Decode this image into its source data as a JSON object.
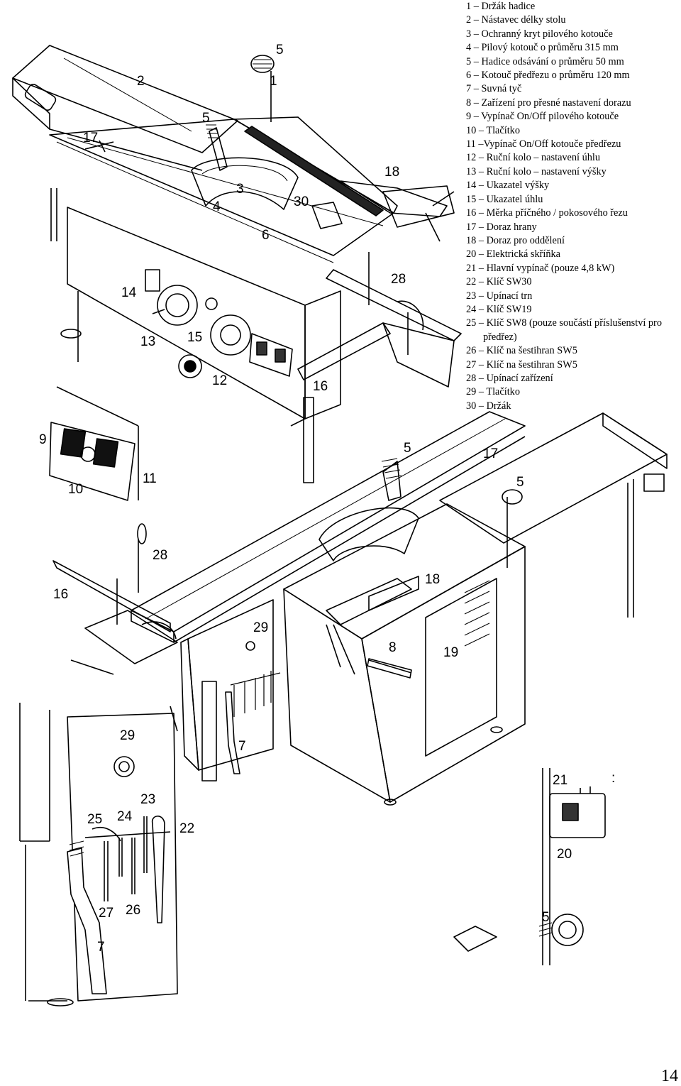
{
  "legend": {
    "items": [
      "1 – Držák hadice",
      "2 – Nástavec délky stolu",
      "3 – Ochranný kryt pilového kotouče",
      "4 – Pilový kotouč o průměru 315 mm",
      "5 – Hadice odsávání o průměru 50 mm",
      "6 – Kotouč předřezu o průměru 120 mm",
      "7 – Suvná tyč",
      "8 – Zařízení pro přesné nastavení dorazu",
      "9 – Vypínač On/Off pilového kotouče",
      "10 – Tlačítko",
      "11 –Vypínač On/Off kotouče předřezu",
      "12 – Ruční kolo – nastavení úhlu",
      "13 – Ruční kolo – nastavení výšky",
      "14 – Ukazatel výšky",
      "15 – Ukazatel úhlu",
      "16 – Měrka příčného / pokosového řezu",
      "17 – Doraz hrany",
      "18 – Doraz pro oddělení",
      "20 – Elektrická skříňka",
      "21 – Hlavní vypínač (pouze 4,8 kW)",
      "22 – Klíč SW30",
      "23 – Upínací trn",
      "24 – Klíč SW19",
      "25 – Klíč SW8 (pouze součástí příslušenství pro předřez)",
      "26 – Klíč na šestihran SW5",
      "27 – Klíč na šestihran SW5",
      "28 – Upínací zařízení",
      "29 – Tlačítko",
      "30 – Držák"
    ]
  },
  "callouts": {
    "top": [
      "2",
      "5",
      "1",
      "17",
      "5",
      "3",
      "4",
      "30",
      "18",
      "6",
      "14",
      "28",
      "13",
      "15",
      "16",
      "12"
    ],
    "switch": [
      "9",
      "11",
      "10"
    ],
    "rear": [
      "5",
      "17",
      "5",
      "28",
      "16",
      "18",
      "29",
      "8",
      "19",
      "7"
    ],
    "panel": [
      "29",
      "23",
      "25",
      "24",
      "22",
      "27",
      "26",
      "7"
    ],
    "box": [
      "21",
      "20",
      "5",
      ":"
    ]
  },
  "page_number": "14"
}
